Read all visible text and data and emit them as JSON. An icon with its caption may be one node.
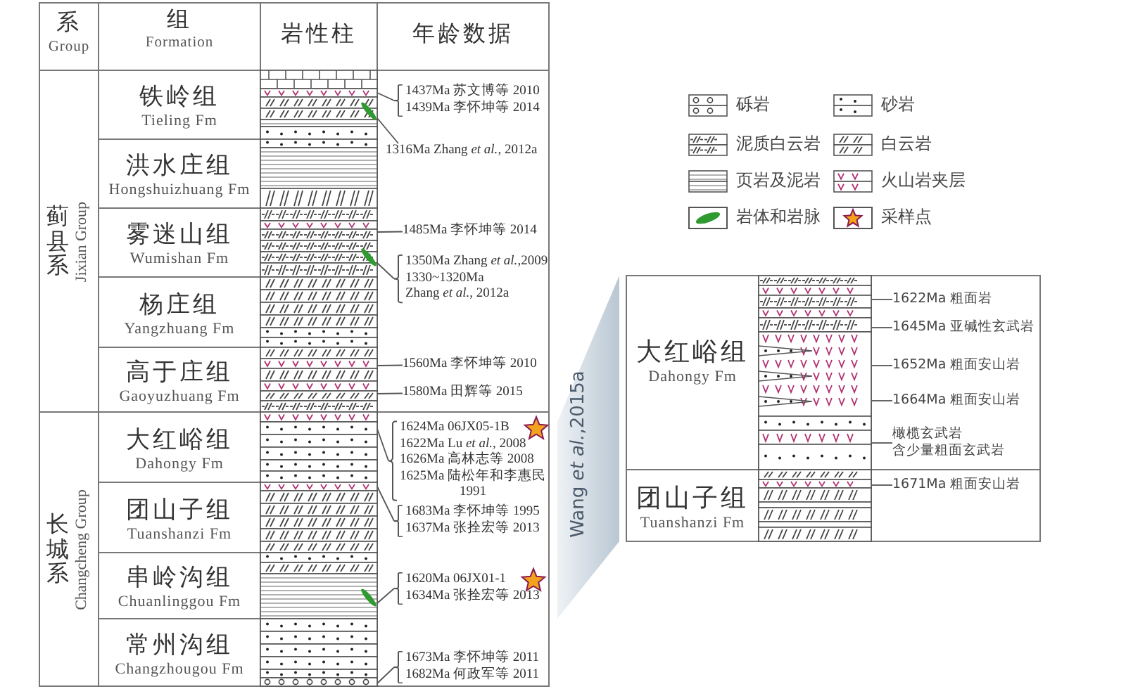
{
  "diagram": {
    "nodes": [
      {
        "text": [
          "蓟县系",
          "Jixian Group"
        ]
      },
      {
        "text": [
          "铁岭组",
          "Tieling Fm"
        ]
      },
      {
        "text": [
          "1437Ma 苏文博等 2010",
          "1439Ma 李怀坤等 2014"
        ]
      },
      {
        "text": [
          "1316Ma Zhang *et al.*, 2012a"
        ]
      },
      {
        "text": [
          "洪水庄组",
          "Hongshuizhuang Fm"
        ]
      },
      {
        "text": [
          "雾迷山组",
          "Wumishan Fm"
        ]
      },
      {
        "text": [
          "1485Ma 李怀坤等 2014"
        ]
      },
      {
        "text": [
          "1350Ma Zhang *et al.*,2009",
          "1330~1320Ma Zhang *et al.*, 2012a"
        ]
      },
      {
        "text": [
          "杨庄组",
          "Yangzhuang Fm"
        ]
      },
      {
        "text": [
          "高于庄组",
          "Gaoyuzhuang Fm"
        ]
      },
      {
        "text": [
          "1560Ma 李怀坤等 2010"
        ]
      },
      {
        "text": [
          "1580Ma 田辉等 2015"
        ]
      },
      {
        "text": [
          "长城系",
          "Changcheng Group"
        ]
      },
      {
        "text": [
          "大红峪组",
          "Dahongy Fm"
        ]
      },
      {
        "text": [
          "1624Ma 06JX05-1B",
          "1622Ma Lu *et al.*, 2008",
          "1626Ma 高林志等 2008",
          "1625Ma 陆松年和李惠民 1991"
        ]
      },
      {
        "text": [
          "团山子组",
          "Tuanshanzi Fm"
        ]
      },
      {
        "text": [
          "1683Ma 李怀坤等 1995",
          "1637Ma 张拴宏等 2013"
        ]
      },
      {
        "text": [
          "串岭沟组",
          "Chuanlinggou Fm"
        ]
      },
      {
        "text": [
          "1620Ma 06JX01-1",
          "1634Ma 张拴宏等 2013"
        ]
      },
      {
        "text": [
          "常州沟组",
          "Changzhougou Fm"
        ]
      },
      {
        "text": [
          "1673Ma 李怀坤等 2011",
          "1682Ma 何政军等 2011"
        ]
      },
      {
        "text": [
          "大红峪组",
          "Dahongy Fm"
        ]
      },
      {
        "text": [
          "1622Ma 粗面岩"
        ]
      },
      {
        "text": [
          "1645Ma 亚碱性玄武岩"
        ]
      },
      {
        "text": [
          "1652Ma 粗面安山岩"
        ]
      },
      {
        "text": [
          "1664Ma 粗面安山岩"
        ]
      },
      {
        "text": [
          "橄榄玄武岩",
          "含少量粗面玄武岩"
        ]
      },
      {
        "text": [
          "团山子组",
          "Tuanshanzi Fm"
        ]
      },
      {
        "text": [
          "1671Ma 粗面安山岩"
        ]
      },
      {
        "text": [],
        "shape": "picture"
      },
      {
        "text": [],
        "shape": "picture"
      }
    ],
    "edges": [
      {
        "from": 2,
        "to": 29,
        "arrow": "none"
      },
      {
        "from": 3,
        "to": 29,
        "arrow": "none"
      },
      {
        "from": 6,
        "to": 29,
        "arrow": "none"
      },
      {
        "from": 7,
        "to": 29,
        "arrow": "none"
      },
      {
        "from": 10,
        "to": 29,
        "arrow": "none"
      },
      {
        "from": 11,
        "to": 29,
        "arrow": "none"
      },
      {
        "from": 14,
        "to": 29,
        "arrow": "none"
      },
      {
        "from": 16,
        "to": 29,
        "arrow": "none"
      },
      {
        "from": 18,
        "to": 29,
        "arrow": "none"
      },
      {
        "from": 20,
        "to": 29,
        "arrow": "none"
      },
      {
        "from": 22,
        "to": 30,
        "arrow": "none"
      },
      {
        "from": 23,
        "to": 30,
        "arrow": "none"
      },
      {
        "from": 24,
        "to": 30,
        "arrow": "none"
      },
      {
        "from": 25,
        "to": 30,
        "arrow": "none"
      },
      {
        "from": 26,
        "to": 30,
        "arrow": "none"
      },
      {
        "from": 28,
        "to": 30,
        "arrow": "none"
      }
    ],
    "labels": [
      "系",
      "Group",
      "组",
      "Formation",
      "岩性柱",
      "年龄数据",
      "Wang *et al.*,2015a"
    ],
    "legend": [
      {
        "text": "砾岩"
      },
      {
        "text": "砂岩"
      },
      {
        "text": "泥质白云岩"
      },
      {
        "text": "白云岩"
      },
      {
        "text": "页岩及泥岩"
      },
      {
        "text": "火山岩夹层"
      },
      {
        "text": "岩体和岩脉"
      },
      {
        "text": "采样点"
      }
    ]
  }
}
